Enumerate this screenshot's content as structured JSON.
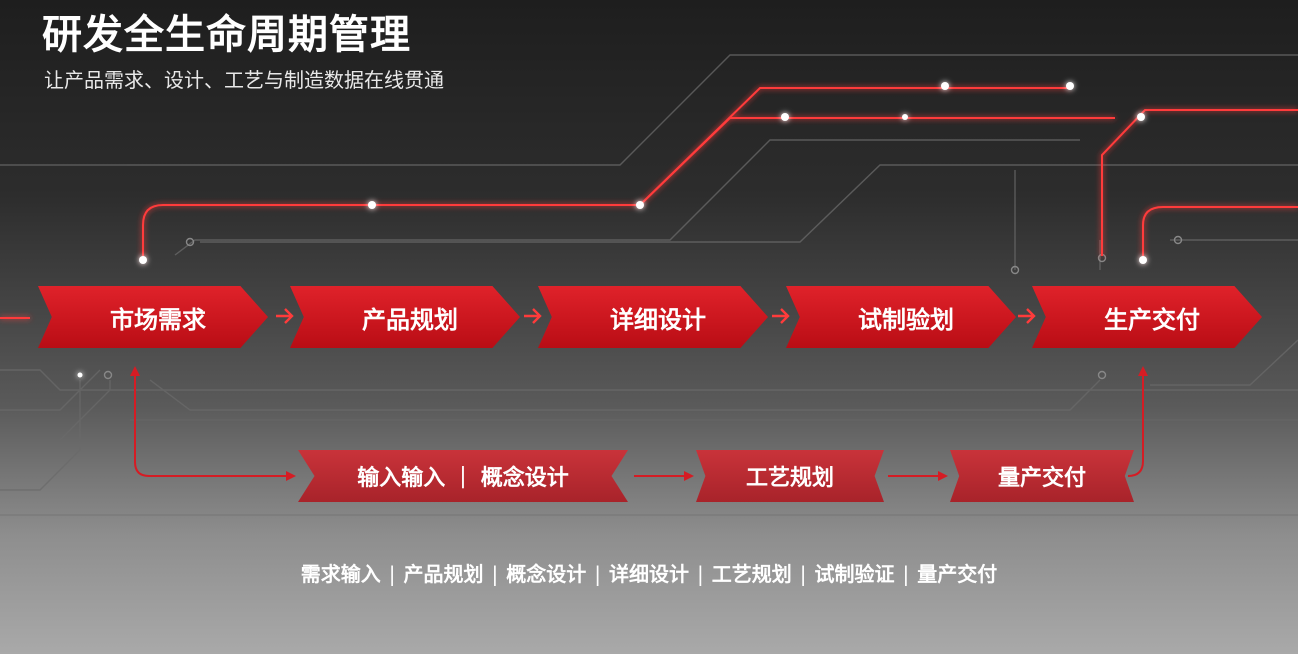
{
  "header": {
    "title": "研发全生命周期管理",
    "subtitle": "让产品需求、设计、工艺与制造数据在线贯通"
  },
  "main_flow": [
    {
      "label": "市场需求"
    },
    {
      "label": "产品规划"
    },
    {
      "label": "详细设计"
    },
    {
      "label": "试制验划"
    },
    {
      "label": "生产交付"
    }
  ],
  "sub_flow": [
    {
      "label_a": "输入输入",
      "separator": "|",
      "label_b": "概念设计"
    },
    {
      "label": "工艺规划"
    },
    {
      "label": "量产交付"
    }
  ],
  "footer": {
    "items": [
      "需求输入",
      "产品规划",
      "概念设计",
      "详细设计",
      "工艺规划",
      "试制验证",
      "量产交付"
    ],
    "separator": "|"
  },
  "colors": {
    "accent_red": "#d51c24",
    "sub_red": "#b72a31",
    "line_glow": "#ff4a4a",
    "background_top": "#1e1e1e",
    "background_bottom": "#a9a9a9"
  }
}
